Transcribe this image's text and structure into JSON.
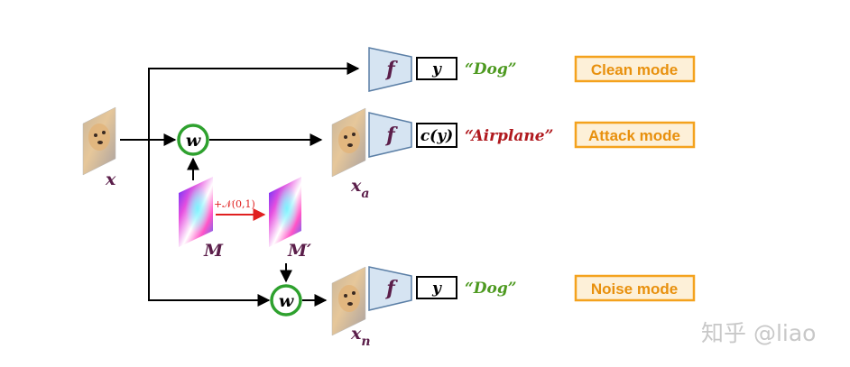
{
  "diagram": {
    "input_label": "x",
    "mask_label": "M",
    "mask_noisy_label": "M′",
    "noise_label": "+𝒩(0,1)",
    "w_label": "w",
    "attack_image_label": "x",
    "attack_image_sub": "a",
    "noise_image_label": "x",
    "noise_image_sub": "n",
    "classifier_label": "f",
    "rows": [
      {
        "output_box": "y",
        "prediction": "“Dog”",
        "prediction_color": "#4e9a21",
        "mode": "Clean mode"
      },
      {
        "output_box": "c(y)",
        "prediction": "“Airplane”",
        "prediction_color": "#b0191e",
        "mode": "Attack mode"
      },
      {
        "output_box": "y",
        "prediction": "“Dog”",
        "prediction_color": "#4e9a21",
        "mode": "Noise mode"
      }
    ],
    "colors": {
      "mode_border": "#f4a21d",
      "mode_fill": "#fdf0d8",
      "mode_text": "#e8900d",
      "w_ring": "#2ea12e",
      "label": "#5b1e4a",
      "noise_arrow": "#e02020",
      "classifier_fill": "#d6e4f2",
      "classifier_stroke": "#5b7fa6"
    }
  },
  "watermark": "知乎 @liao"
}
